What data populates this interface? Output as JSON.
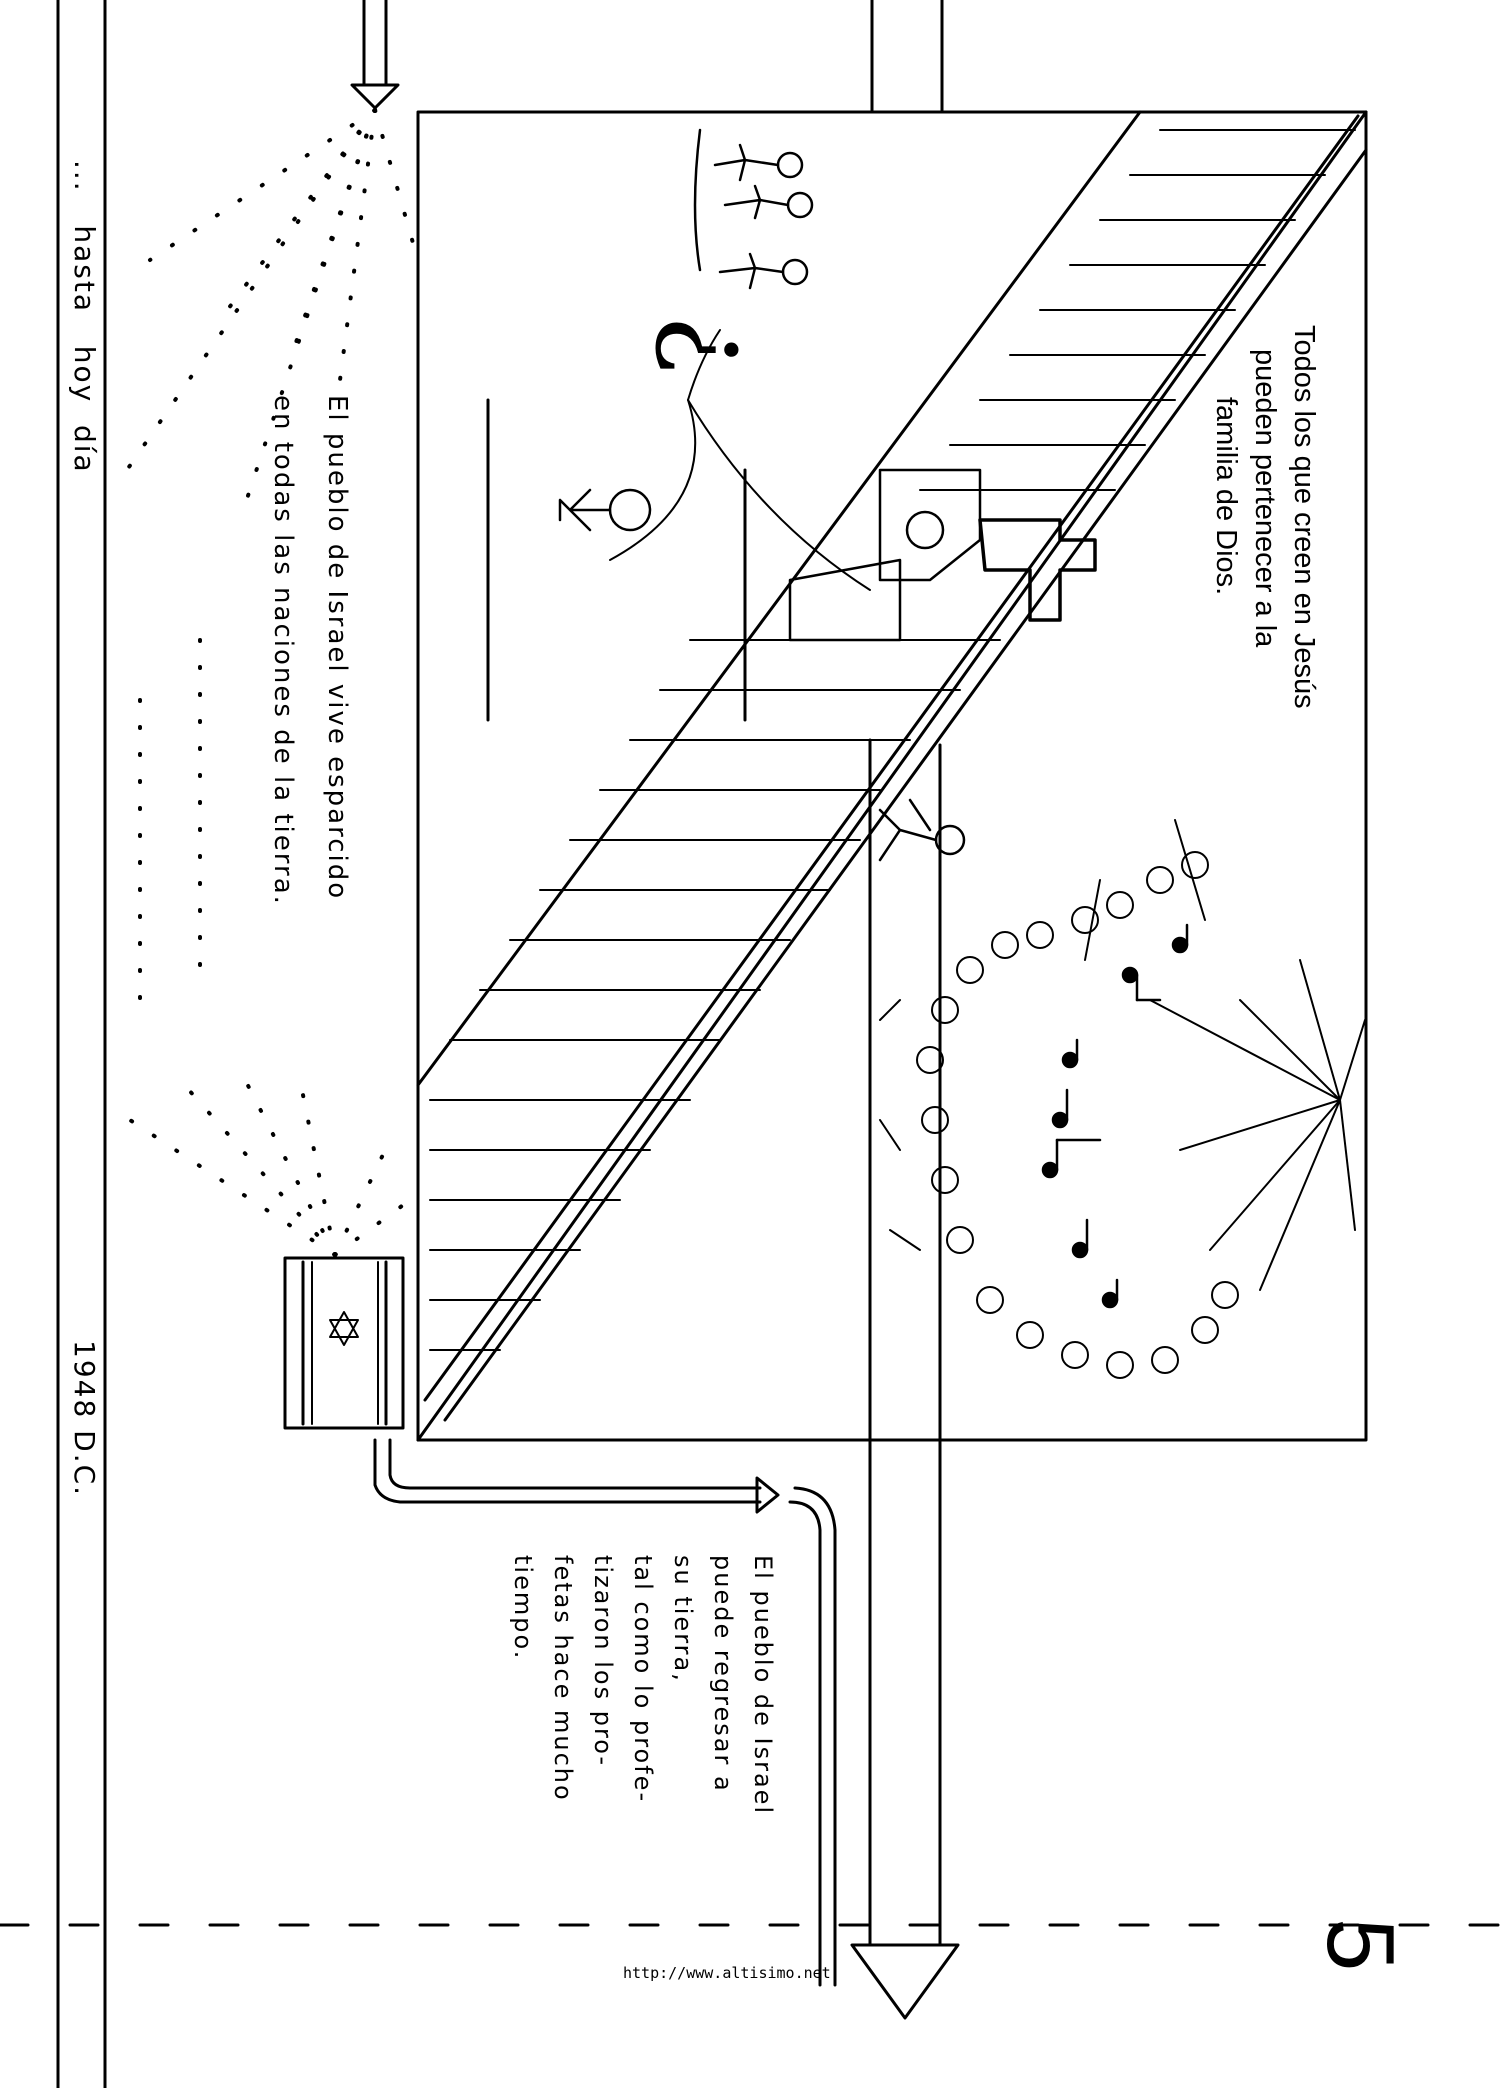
{
  "page": {
    "number": "5",
    "url": "http://www.altisimo.net"
  },
  "timeline": {
    "start_label": "1948 D.C.",
    "end_label": "...   hasta   hoy  día"
  },
  "captions": {
    "church": [
      "Todos los que creen en Jesús",
      "pueden pertenecer a la",
      "familia de Dios."
    ],
    "scattered": [
      "El pueblo de Israel vive esparcido",
      "en todas las naciones de la tierra."
    ],
    "return": [
      "El pueblo de Israel",
      "puede regresar a",
      "su tierra,",
      "tal como lo profe-",
      "tizaron los pro-",
      "fetas hace mucho",
      "tiempo."
    ]
  },
  "illustration": {
    "question_mark": "¿",
    "flag_symbol": "✡",
    "cross": "cross-icon"
  }
}
